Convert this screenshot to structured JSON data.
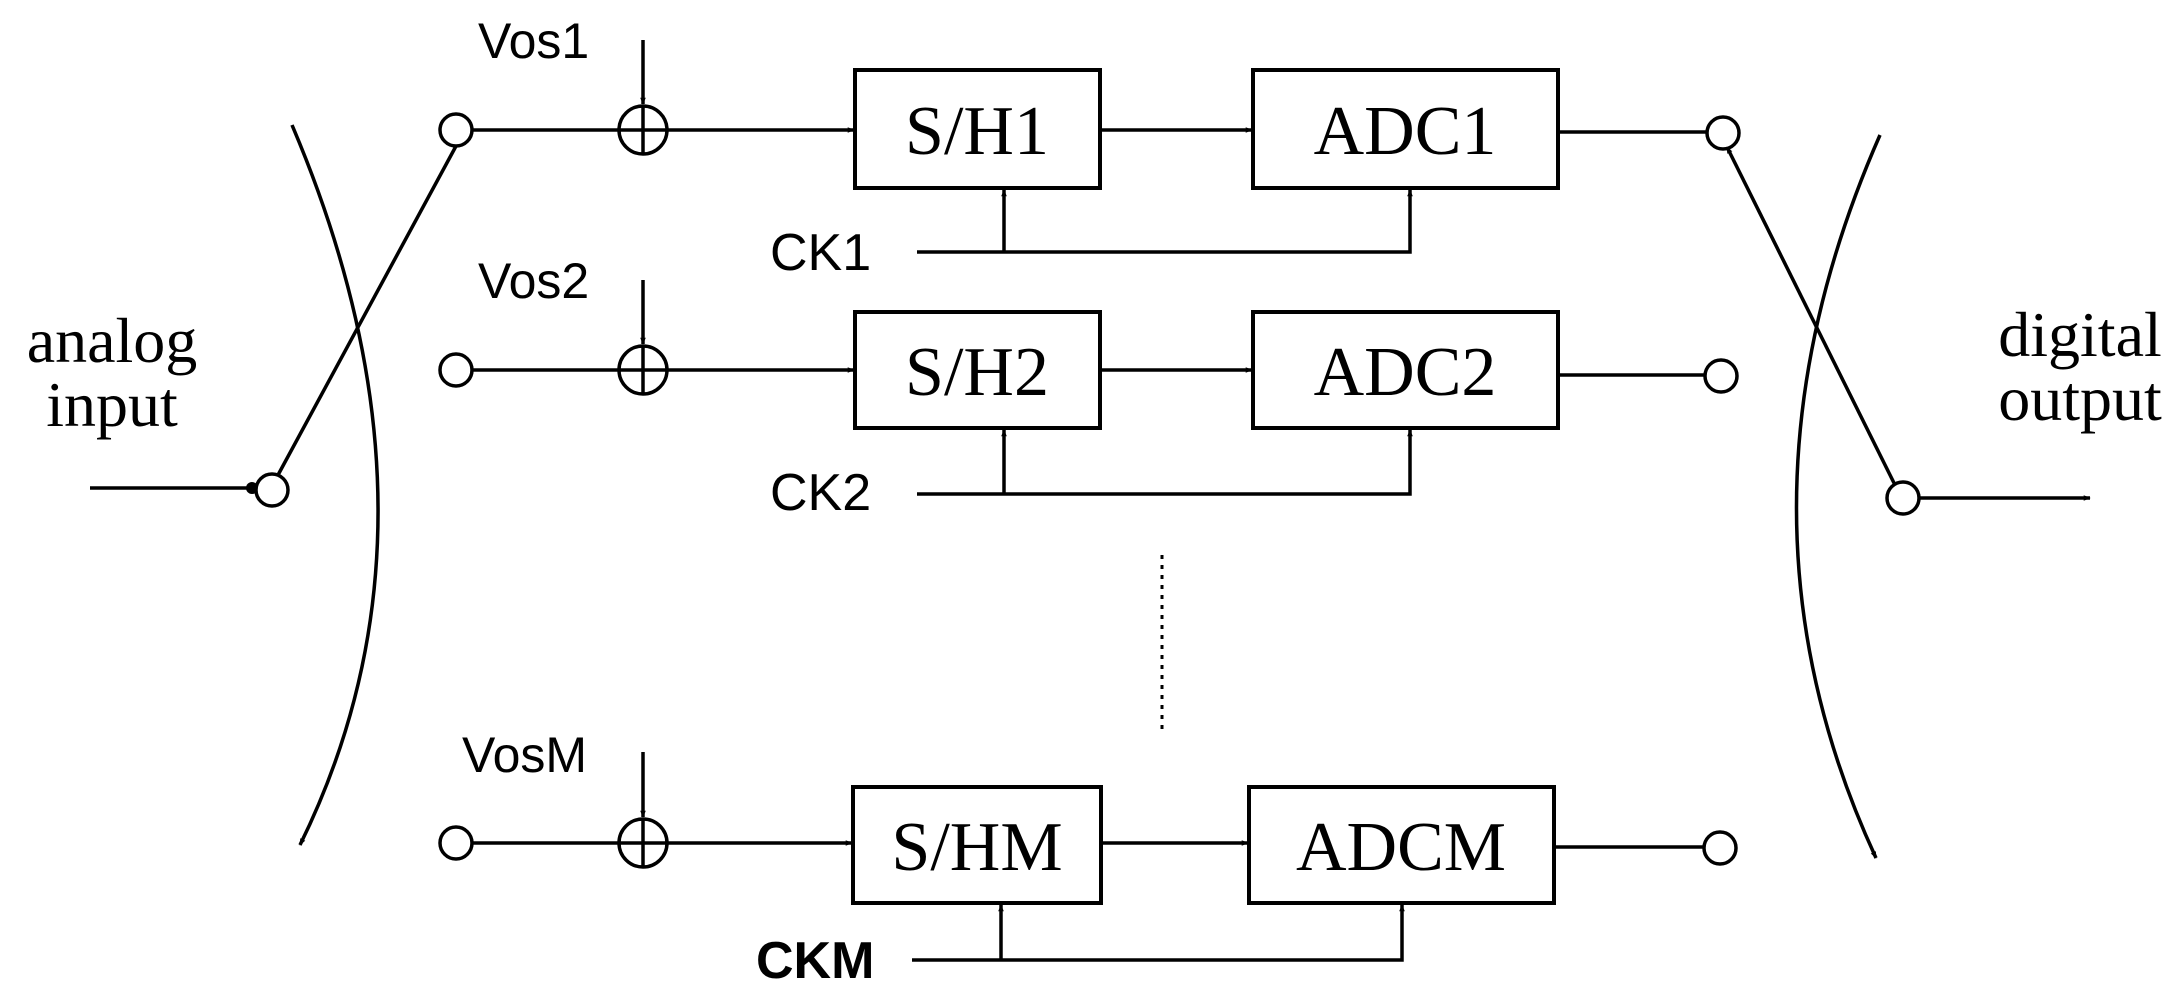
{
  "input_label": [
    "analog",
    "input"
  ],
  "output_label": [
    "digital",
    "output"
  ],
  "channels": [
    {
      "offset": "Vos1",
      "sh": "S/H1",
      "adc": "ADC1",
      "clock": "CK1"
    },
    {
      "offset": "Vos2",
      "sh": "S/H2",
      "adc": "ADC2",
      "clock": "CK2"
    },
    {
      "offset": "VosM",
      "sh": "S/HM",
      "adc": "ADCM",
      "clock": "CKM"
    }
  ]
}
